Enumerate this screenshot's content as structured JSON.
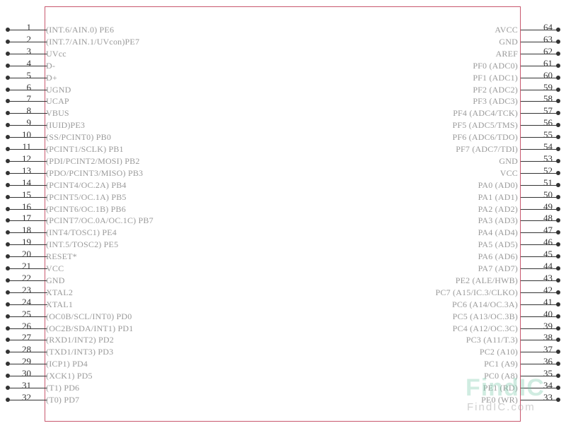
{
  "pins_left": [
    {
      "num": "1",
      "name": "(INT.6/AIN.0) PE6"
    },
    {
      "num": "2",
      "name": "(INT.7/AIN.1/UVcon)PE7"
    },
    {
      "num": "3",
      "name": "UVcc"
    },
    {
      "num": "4",
      "name": "D-"
    },
    {
      "num": "5",
      "name": "D+"
    },
    {
      "num": "6",
      "name": "UGND"
    },
    {
      "num": "7",
      "name": "UCAP"
    },
    {
      "num": "8",
      "name": "VBUS"
    },
    {
      "num": "9",
      "name": "(IUID)PE3"
    },
    {
      "num": "10",
      "name": "(SS/PCINT0) PB0"
    },
    {
      "num": "11",
      "name": "(PCINT1/SCLK) PB1"
    },
    {
      "num": "12",
      "name": "(PDI/PCINT2/MOSI) PB2"
    },
    {
      "num": "13",
      "name": "(PDO/PCINT3/MISO) PB3"
    },
    {
      "num": "14",
      "name": "(PCINT4/OC.2A) PB4"
    },
    {
      "num": "15",
      "name": "(PCINT5/OC.1A) PB5"
    },
    {
      "num": "16",
      "name": "(PCINT6/OC.1B) PB6"
    },
    {
      "num": "17",
      "name": "(PCINT7/OC.0A/OC.1C) PB7"
    },
    {
      "num": "18",
      "name": "(INT4/TOSC1) PE4"
    },
    {
      "num": "19",
      "name": "(INT.5/TOSC2) PE5"
    },
    {
      "num": "20",
      "name": "RESET*"
    },
    {
      "num": "21",
      "name": "VCC"
    },
    {
      "num": "22",
      "name": "GND"
    },
    {
      "num": "23",
      "name": "XTAL2"
    },
    {
      "num": "24",
      "name": "XTAL1"
    },
    {
      "num": "25",
      "name": "(OC0B/SCL/INT0) PD0"
    },
    {
      "num": "26",
      "name": "(OC2B/SDA/INT1) PD1"
    },
    {
      "num": "27",
      "name": "(RXD1/INT2) PD2"
    },
    {
      "num": "28",
      "name": "(TXD1/INT3) PD3"
    },
    {
      "num": "29",
      "name": "(ICP1) PD4"
    },
    {
      "num": "30",
      "name": "(XCK1) PD5"
    },
    {
      "num": "31",
      "name": "(T1) PD6"
    },
    {
      "num": "32",
      "name": "(T0) PD7"
    }
  ],
  "pins_right": [
    {
      "num": "64",
      "name": "AVCC"
    },
    {
      "num": "63",
      "name": "GND"
    },
    {
      "num": "62",
      "name": "AREF"
    },
    {
      "num": "61",
      "name": "PF0 (ADC0)"
    },
    {
      "num": "60",
      "name": "PF1 (ADC1)"
    },
    {
      "num": "59",
      "name": "PF2 (ADC2)"
    },
    {
      "num": "58",
      "name": "PF3 (ADC3)"
    },
    {
      "num": "57",
      "name": "PF4 (ADC4/TCK)"
    },
    {
      "num": "56",
      "name": "PF5 (ADC5/TMS)"
    },
    {
      "num": "55",
      "name": "PF6 (ADC6/TDO)"
    },
    {
      "num": "54",
      "name": "PF7 (ADC7/TDI)"
    },
    {
      "num": "53",
      "name": "GND"
    },
    {
      "num": "52",
      "name": "VCC"
    },
    {
      "num": "51",
      "name": "PA0 (AD0)"
    },
    {
      "num": "50",
      "name": "PA1 (AD1)"
    },
    {
      "num": "49",
      "name": "PA2 (AD2)"
    },
    {
      "num": "48",
      "name": "PA3 (AD3)"
    },
    {
      "num": "47",
      "name": "PA4 (AD4)"
    },
    {
      "num": "46",
      "name": "PA5 (AD5)"
    },
    {
      "num": "45",
      "name": "PA6 (AD6)"
    },
    {
      "num": "44",
      "name": "PA7 (AD7)"
    },
    {
      "num": "43",
      "name": "PE2 (ALE/HWB)"
    },
    {
      "num": "42",
      "name": "PC7 (A15/IC.3/CLKO)"
    },
    {
      "num": "41",
      "name": "PC6 (A14/OC.3A)"
    },
    {
      "num": "40",
      "name": "PC5 (A13/OC.3B)"
    },
    {
      "num": "39",
      "name": "PC4 (A12/OC.3C)"
    },
    {
      "num": "38",
      "name": "PC3 (A11/T.3)"
    },
    {
      "num": "37",
      "name": "PC2 (A10)"
    },
    {
      "num": "36",
      "name": "PC1 (A9)"
    },
    {
      "num": "35",
      "name": "PC0 (A8)"
    },
    {
      "num": "34",
      "name": "PE1 (RD)"
    },
    {
      "num": "33",
      "name": "PE0 (WR)"
    }
  ],
  "watermark": {
    "logo": "FindIC",
    "url": "FindIC.com"
  }
}
